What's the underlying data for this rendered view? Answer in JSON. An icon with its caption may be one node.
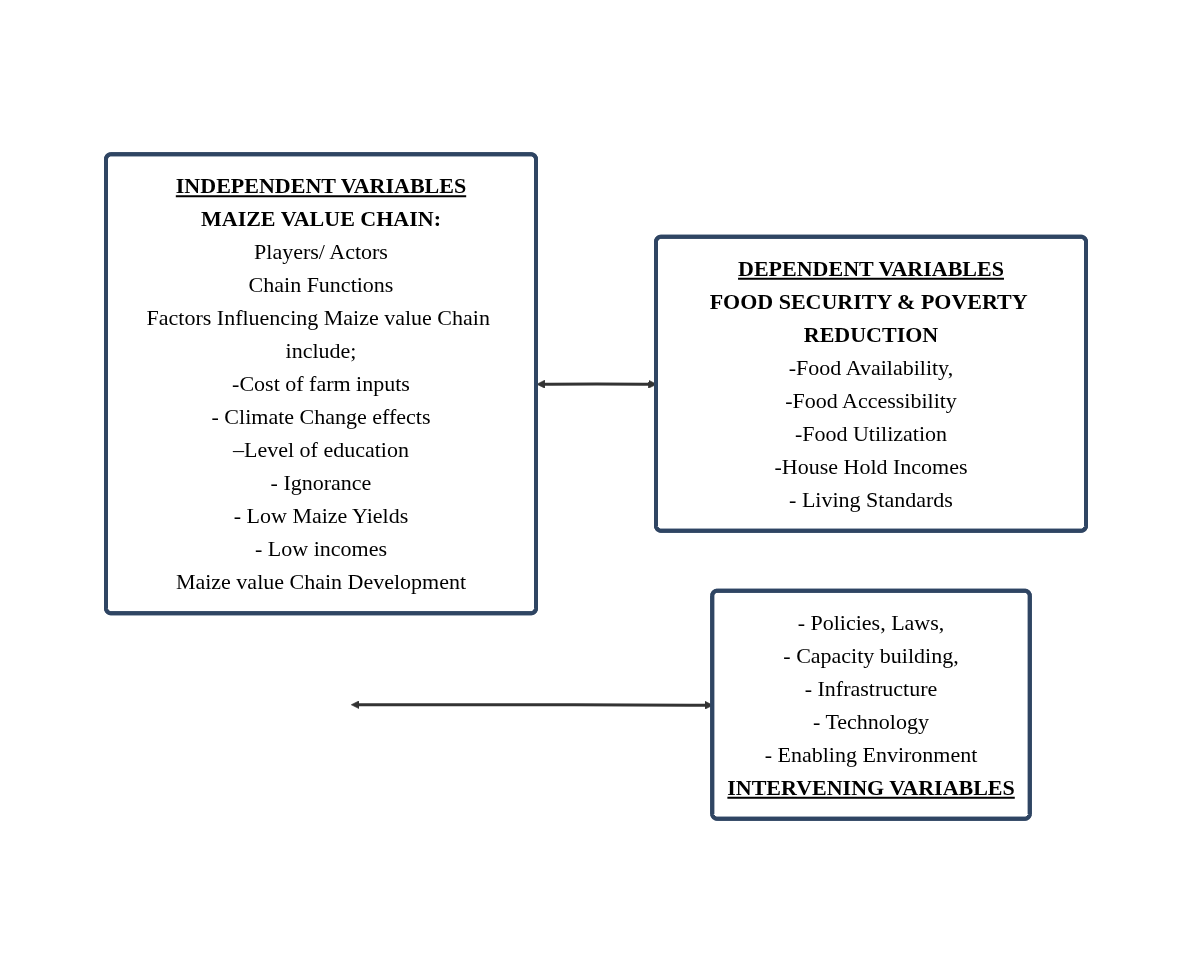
{
  "diagram": {
    "nodes": [
      {
        "text": [
          "INDEPENDENT VARIABLES",
          "MAIZE VALUE CHAIN:",
          "Players/ Actors",
          "Chain Functions",
          "Factors Influencing Maize value Chain include;",
          "-Cost of farm inputs",
          "- Climate Change effects",
          "–Level of education",
          "- Ignorance",
          "- Low Maize Yields",
          "- Low incomes",
          "Maize value Chain Development"
        ]
      },
      {
        "text": [
          "DEPENDENT VARIABLES",
          "FOOD SECURITY & POVERTY REDUCTION",
          "-Food Availability,",
          "-Food Accessibility",
          "-Food Utilization",
          "-House Hold Incomes",
          "- Living Standards"
        ]
      },
      {
        "text": [
          "- Policies, Laws,",
          "- Capacity building,",
          "- Infrastructure",
          "- Technology",
          "- Enabling Environment",
          "INTERVENING VARIABLES"
        ]
      }
    ],
    "edges": [
      {
        "from": 0,
        "to": 1,
        "arrow": "both"
      },
      {
        "from": null,
        "to": 2,
        "arrow": "both"
      }
    ]
  }
}
